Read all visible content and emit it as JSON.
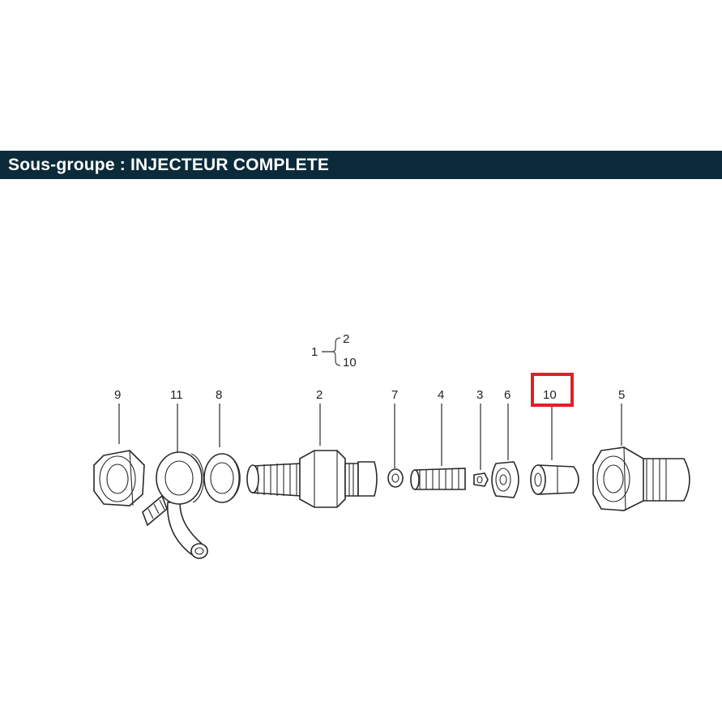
{
  "header": {
    "title": "Sous-groupe : INJECTEUR COMPLETE",
    "background": "#0b2b3a",
    "text_color": "#ffffff"
  },
  "assembly": {
    "number": "1",
    "components": [
      "2",
      "10"
    ]
  },
  "parts": [
    {
      "number": "9"
    },
    {
      "number": "11"
    },
    {
      "number": "8"
    },
    {
      "number": "2"
    },
    {
      "number": "7"
    },
    {
      "number": "4"
    },
    {
      "number": "3"
    },
    {
      "number": "6"
    },
    {
      "number": "10",
      "highlighted": true
    },
    {
      "number": "5"
    }
  ],
  "highlight_color": "#e41e26"
}
